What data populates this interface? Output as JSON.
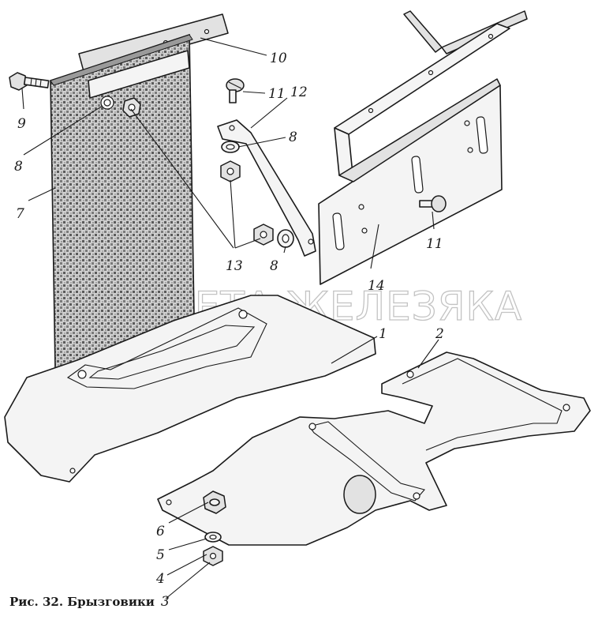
{
  "caption": {
    "prefix": "Рис. 32. Брызговики",
    "number": "3"
  },
  "watermark": "ПЛАНЕТА ЖЕЛЕЗЯКА",
  "labels": {
    "l10": "10",
    "l9": "9",
    "l8a": "8",
    "l7": "7",
    "l11a": "11",
    "l12": "12",
    "l8b": "8",
    "l13": "13",
    "l8c": "8",
    "l11b": "11",
    "l14": "14",
    "l1": "1",
    "l2": "2",
    "l6": "6",
    "l5": "5",
    "l4": "4"
  }
}
